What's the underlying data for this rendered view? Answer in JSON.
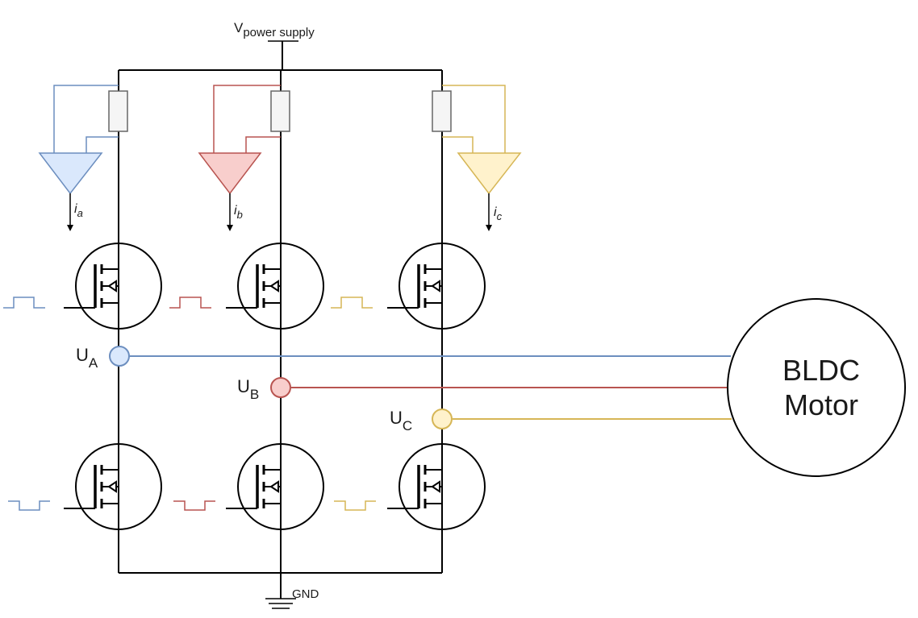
{
  "supply": {
    "label": "V",
    "sub": "power supply"
  },
  "ground": {
    "label": "GND"
  },
  "phases": [
    {
      "id": "a",
      "current_label": "i",
      "current_sub": "a",
      "node_label": "U",
      "node_sub": "A",
      "color": "#6c8ebf",
      "fill": "#dae8fc"
    },
    {
      "id": "b",
      "current_label": "i",
      "current_sub": "b",
      "node_label": "U",
      "node_sub": "B",
      "color": "#b85450",
      "fill": "#f8cecc"
    },
    {
      "id": "c",
      "current_label": "i",
      "current_sub": "c",
      "node_label": "U",
      "node_sub": "C",
      "color": "#d6b656",
      "fill": "#fff2cc"
    }
  ],
  "motor": {
    "line1": "BLDC",
    "line2": "Motor"
  }
}
